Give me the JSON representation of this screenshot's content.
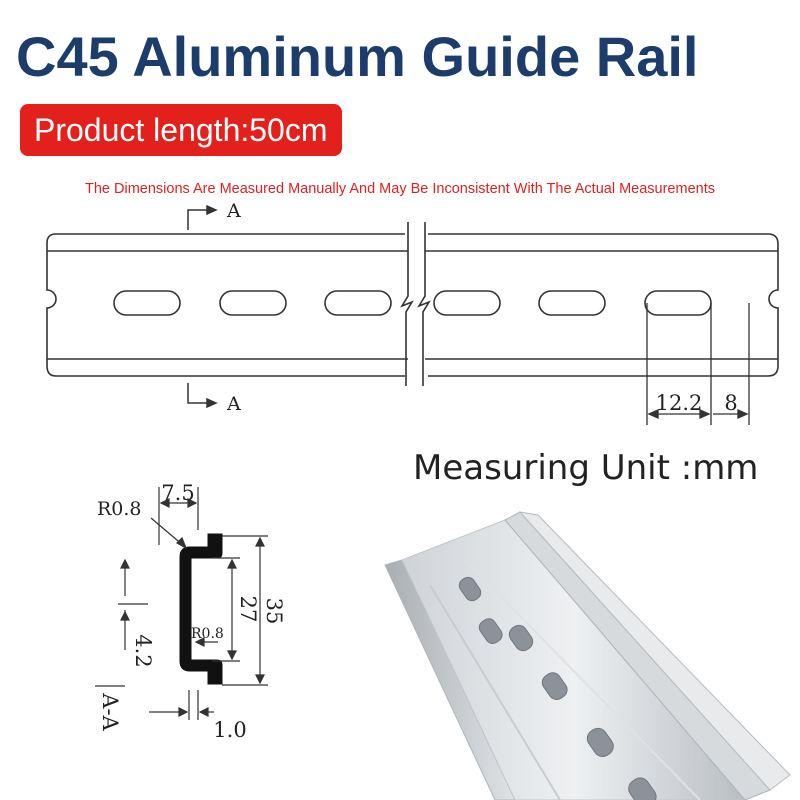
{
  "title": "C45 Aluminum Guide Rail",
  "badge": "Product length:50cm",
  "note": "The Dimensions Are Measured Manually And May Be Inconsistent With The Actual Measurements",
  "unit": "Measuring Unit :mm",
  "drawing": {
    "section_marker": "A",
    "slot_length": "12.2",
    "slot_gap": "8"
  },
  "profile": {
    "outer_radius": "R0.8",
    "inner_radius": "R0.8",
    "flange_width": "7.5",
    "inner_height": "27",
    "outer_height": "35",
    "offset": "4.2",
    "thickness": "1.0",
    "section_label": "A-A"
  },
  "colors": {
    "title": "#1c3d6b",
    "badge": "#e3201b",
    "note": "#e02020"
  }
}
